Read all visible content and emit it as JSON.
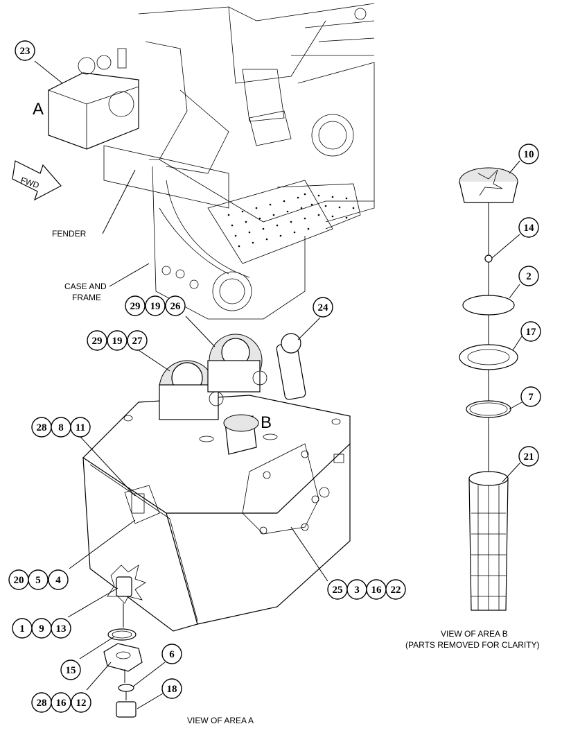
{
  "labels": {
    "fender": "FENDER",
    "case_line1": "CASE AND",
    "case_line2": "FRAME",
    "fwd": "FWD",
    "area_a": "A",
    "area_b": "B",
    "view_a": "VIEW OF AREA A",
    "view_b_line1": "VIEW OF AREA B",
    "view_b_line2": "(PARTS REMOVED FOR CLARITY)"
  },
  "callouts": {
    "c23": "23",
    "c29a": "29",
    "c19a": "19",
    "c26": "26",
    "c24": "24",
    "c29b": "29",
    "c19b": "19",
    "c27": "27",
    "c28a": "28",
    "c8": "8",
    "c11": "11",
    "c20": "20",
    "c5": "5",
    "c4": "4",
    "c1": "1",
    "c9": "9",
    "c13": "13",
    "c15": "15",
    "c6": "6",
    "c18": "18",
    "c28b": "28",
    "c16a": "16",
    "c12": "12",
    "c25": "25",
    "c3": "3",
    "c16b": "16",
    "c22": "22",
    "c10": "10",
    "c14": "14",
    "c2": "2",
    "c17": "17",
    "c7": "7",
    "c21": "21"
  }
}
